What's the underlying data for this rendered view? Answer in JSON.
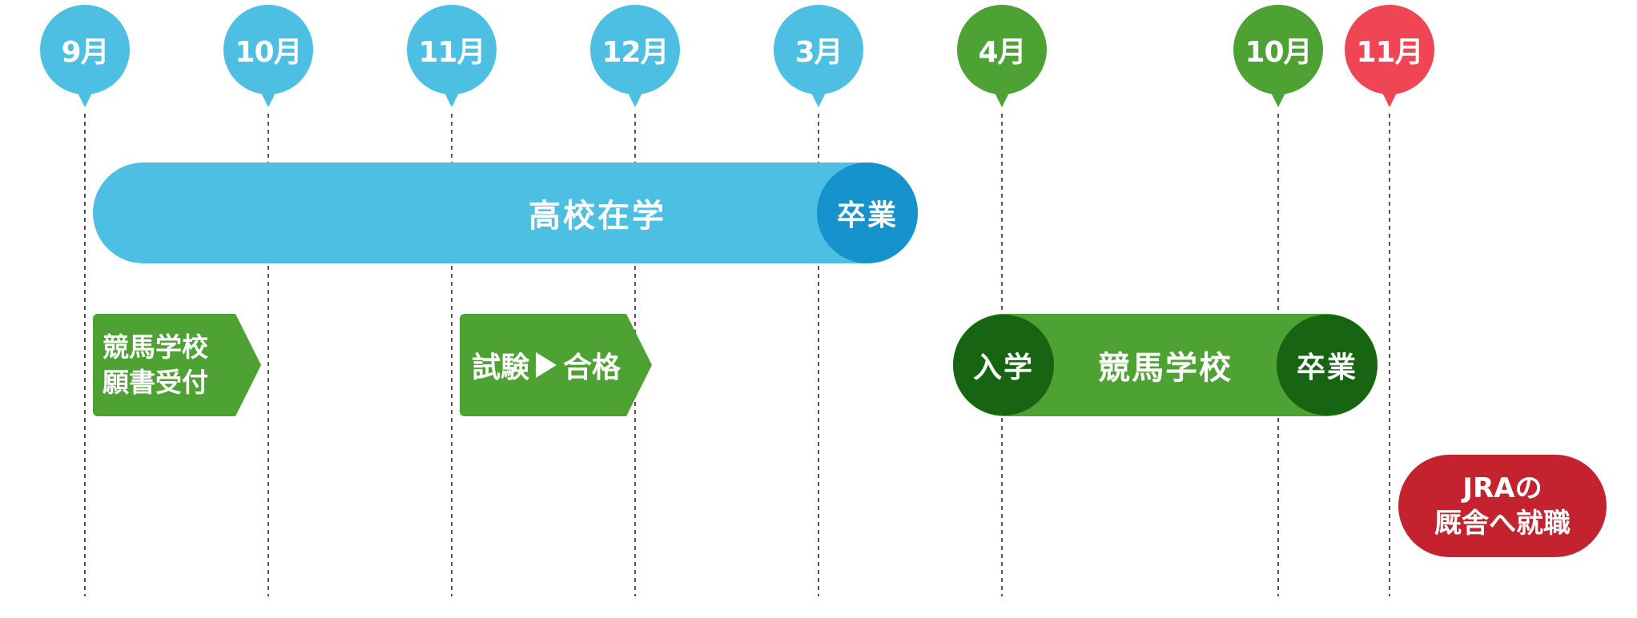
{
  "months": [
    {
      "label": "9月",
      "color": "blue"
    },
    {
      "label": "10月",
      "color": "blue"
    },
    {
      "label": "11月",
      "color": "blue"
    },
    {
      "label": "12月",
      "color": "blue"
    },
    {
      "label": "3月",
      "color": "blue"
    },
    {
      "label": "4月",
      "color": "green"
    },
    {
      "label": "10月",
      "color": "green"
    },
    {
      "label": "11月",
      "color": "red"
    }
  ],
  "high_school": {
    "label": "高校在学",
    "graduation": "卒業"
  },
  "application": {
    "line1": "競馬学校",
    "line2": "願書受付"
  },
  "exam": {
    "exam_label": "試験",
    "pass_label": "合格"
  },
  "racing_school": {
    "enter": "入学",
    "label": "競馬学校",
    "graduation": "卒業"
  },
  "job": {
    "line1": "JRAの",
    "line2": "厩舎へ就職"
  },
  "colors": {
    "blue": "#4dbfe2",
    "dark_blue": "#1692cc",
    "green": "#4da233",
    "dark_green": "#176512",
    "red": "#f04555",
    "dark_red": "#c3222e"
  }
}
